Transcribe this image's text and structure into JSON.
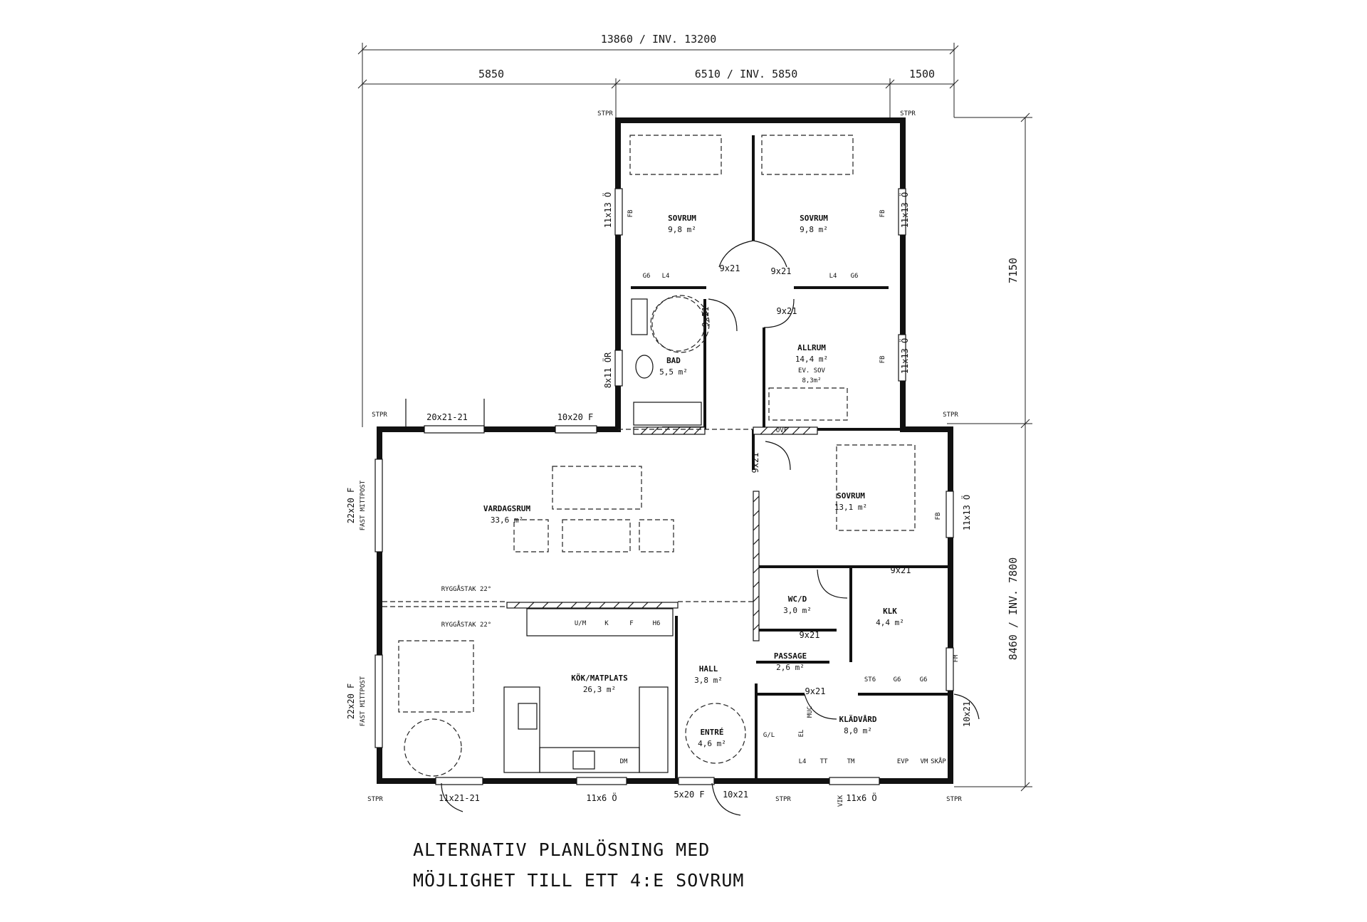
{
  "dimensions": {
    "total_width": "13860 / INV. 13200",
    "left_width": "5850",
    "middle_width": "6510 / INV. 5850",
    "right_width": "1500",
    "upper_height": "7150",
    "lower_height": "8460 / INV. 7800"
  },
  "rooms": {
    "sovrum_1": {
      "name": "SOVRUM",
      "area": "9,8 m²"
    },
    "sovrum_2": {
      "name": "SOVRUM",
      "area": "9,8 m²"
    },
    "bad": {
      "name": "BAD",
      "area": "5,5 m²"
    },
    "allrum": {
      "name": "ALLRUM",
      "area": "14,4 m²",
      "note": "EV. SOV",
      "note_area": "8,3m²"
    },
    "sovrum_3": {
      "name": "SOVRUM",
      "area": "13,1 m²"
    },
    "vardagsrum": {
      "name": "VARDAGSRUM",
      "area": "33,6 m²"
    },
    "kok": {
      "name": "KÖK/MATPLATS",
      "area": "26,3 m²"
    },
    "hall": {
      "name": "HALL",
      "area": "3,8 m²"
    },
    "wc": {
      "name": "WC/D",
      "area": "3,0 m²"
    },
    "klk": {
      "name": "KLK",
      "area": "4,4 m²"
    },
    "passage": {
      "name": "PASSAGE",
      "area": "2,6 m²"
    },
    "kladvard": {
      "name": "KLÄDVÅRD",
      "area": "8,0 m²"
    },
    "entre": {
      "name": "ENTRÉ",
      "area": "4,6 m²"
    }
  },
  "labels": {
    "stpr": "STPR",
    "ryggastak_1": "RYGGÅSTAK 22°",
    "ryggastak_2": "RYGGÅSTAK 22°",
    "fast_mittpost": "FAST MITTPOST",
    "fb": "FB",
    "g6": "G6",
    "l4": "L4",
    "st6": "ST6",
    "um": "U/M",
    "k": "K",
    "f": "F",
    "h6": "H6",
    "dm": "DM",
    "tt": "TT",
    "tm": "TM",
    "gfl": "G/L",
    "fm": "FM",
    "el": "EL",
    "muc": "MUC",
    "vm": "VM",
    "skap": "SKÅP",
    "vp": "EVP",
    "vik": "VIK",
    "ovf": "OVF"
  },
  "openings": {
    "d_9x21": "9x21",
    "w_11x13_o": "11x13 Ö",
    "w_8x11_or": "8x11 ÖR",
    "w_20x21": "20x21-21",
    "w_10x20f": "10x20 F",
    "w_22x20f": "22x20 F",
    "w_11x21": "11x21-21",
    "w_11x6_o": "11x6 Ö",
    "w_5x20f": "5x20 F",
    "d_10x21": "10x21"
  },
  "caption": {
    "line1": "ALTERNATIV PLANLÖSNING MED",
    "line2": "MÖJLIGHET TILL ETT 4:E SOVRUM"
  }
}
